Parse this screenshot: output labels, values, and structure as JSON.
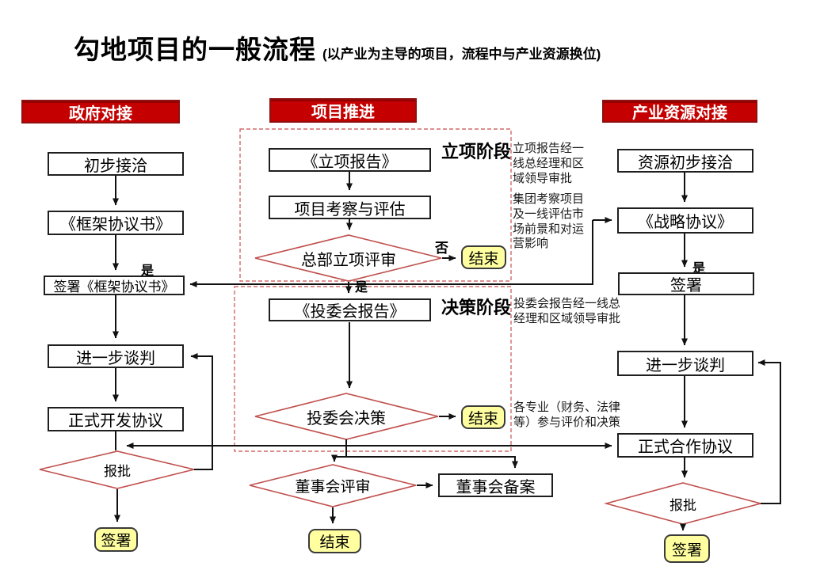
{
  "title": {
    "main": "勾地项目的一般流程",
    "subtitle": "(以产业为主导的项目，流程中与产业资源换位)"
  },
  "headers": {
    "left": "政府对接",
    "middle": "项目推进",
    "right": "产业资源对接"
  },
  "left_column": {
    "initial_contact": "初步接洽",
    "framework_agreement": "《框架协议书》",
    "yes_label": "是",
    "sign_framework": "签署《框架协议书》",
    "further_negotiation": "进一步谈判",
    "formal_dev_agreement": "正式开发协议",
    "approval": "报批",
    "sign_end": "签署"
  },
  "middle_column": {
    "project_report": "《立项报告》",
    "inspection_evaluation": "项目考察与评估",
    "hq_review": "总部立项评审",
    "no_label": "否",
    "end1": "结束",
    "yes_label": "是",
    "invest_committee_report": "《投委会报告》",
    "invest_committee_decision": "投委会决策",
    "end2": "结束",
    "board_review": "董事会评审",
    "board_filing": "董事会备案",
    "end3": "结束"
  },
  "right_column": {
    "resource_contact": "资源初步接洽",
    "strategic_agreement": "《战略协议》",
    "yes_label": "是",
    "sign": "签署",
    "further_negotiation": "进一步谈判",
    "formal_coop_agreement": "正式合作协议",
    "approval": "报批",
    "sign_end": "签署"
  },
  "stages": {
    "stage1_label": "立项阶段",
    "stage1_note": "立项报告经一线总经理和区域领导审批",
    "stage1_note2": "集团考察项目及一线评估市场前景和对运营影响",
    "stage2_label": "决策阶段",
    "stage2_note": "投委会报告经一线总经理和区域领导审批",
    "stage2_note2": "各专业（财务、法律等）参与评价和决策"
  },
  "colors": {
    "header_red": "#c40000",
    "diamond_stroke": "#c0504d",
    "dashed_box_red": "#cf6a6a",
    "end_yellow": "#ffffa0"
  }
}
